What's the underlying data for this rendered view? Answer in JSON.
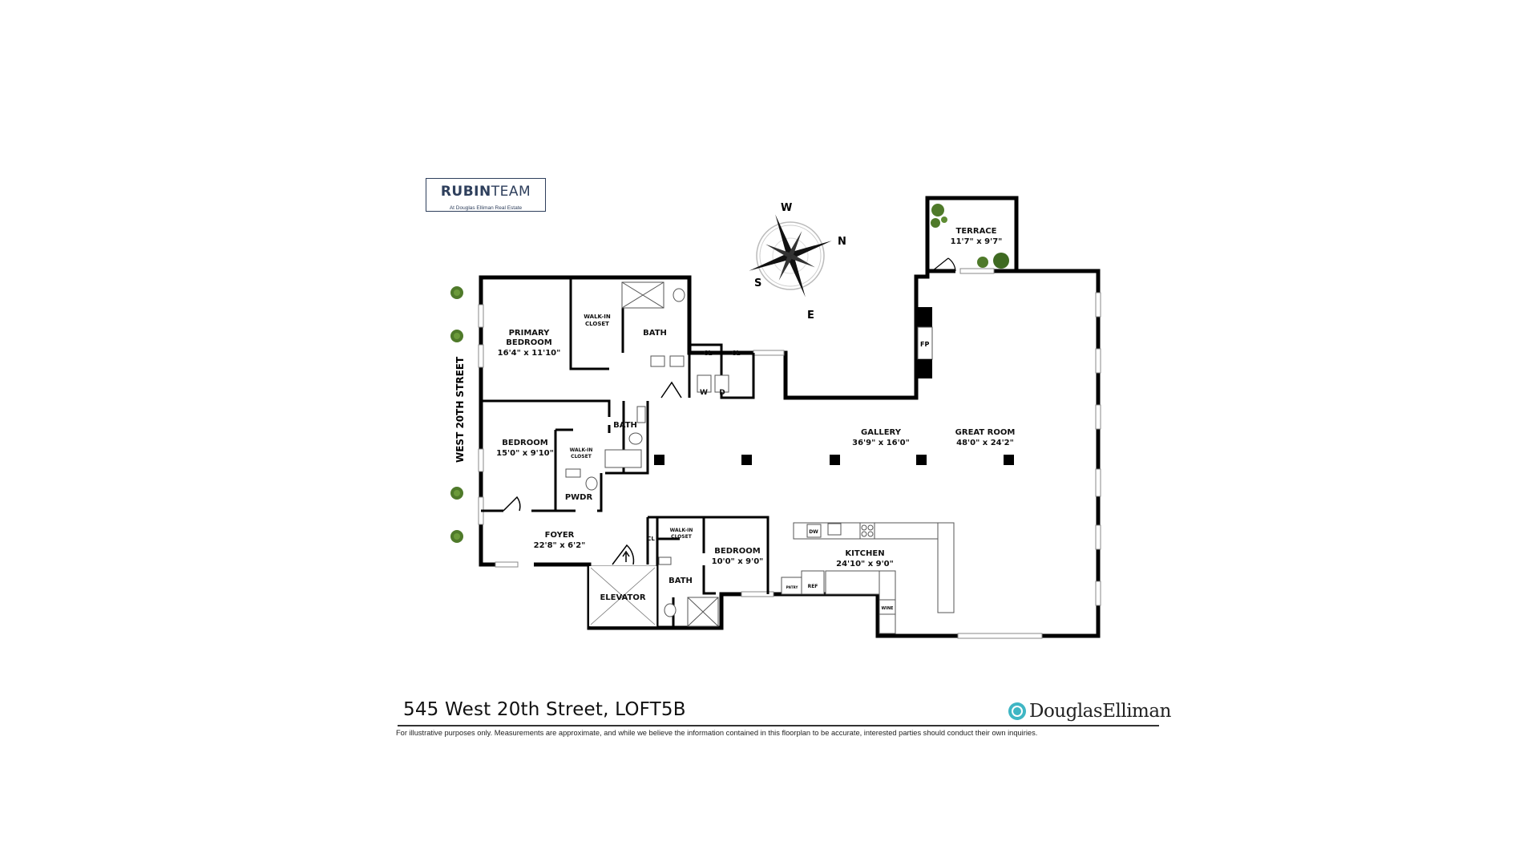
{
  "branding": {
    "team_logo_bold": "RUBIN",
    "team_logo_light": "TEAM",
    "team_logo_sub": "At Douglas Elliman Real Estate",
    "brokerage_logo": "DouglasElliman",
    "brokerage_color": "#3fb6c4",
    "team_color": "#2e3f5c"
  },
  "listing": {
    "address": "545 West 20th Street, LOFT5B",
    "disclaimer": "For illustrative purposes only.  Measurements are approximate, and while we believe the information contained in this floorplan to be accurate, interested parties should conduct their own inquiries."
  },
  "compass": {
    "W": "W",
    "N": "N",
    "S": "S",
    "E": "E"
  },
  "street_label": "WEST 20TH STREET",
  "rooms": {
    "primary_bedroom": {
      "name_line1": "PRIMARY",
      "name_line2": "BEDROOM",
      "size": "16'4\" x 11'10\""
    },
    "primary_walkin": {
      "line1": "WALK-IN",
      "line2": "CLOSET"
    },
    "primary_bath": {
      "name": "BATH"
    },
    "bedroom2": {
      "name": "BEDROOM",
      "size": "15'0\" x 9'10\""
    },
    "bedroom2_walkin": {
      "line1": "WALK-IN",
      "line2": "CLOSET"
    },
    "bedroom2_bath": {
      "name": "BATH"
    },
    "powder": {
      "name": "PWDR"
    },
    "foyer": {
      "name": "FOYER",
      "size": "22'8\" x 6'2\""
    },
    "elevator": {
      "name": "ELEVATOR"
    },
    "closet_foyer": {
      "name": "CL"
    },
    "bedroom3": {
      "name": "BEDROOM",
      "size": "10'0\" x 9'0\""
    },
    "bedroom3_walkin": {
      "line1": "WALK-IN",
      "line2": "CLOSET"
    },
    "bedroom3_bath": {
      "name": "BATH"
    },
    "laundry": {
      "closet1": "CL",
      "closet2": "CL",
      "washer": "W",
      "dryer": "D"
    },
    "gallery": {
      "name": "GALLERY",
      "size": "36'9\" x 16'0\""
    },
    "great_room": {
      "name": "GREAT ROOM",
      "size": "48'0\" x 24'2\""
    },
    "fireplace": {
      "name": "FP"
    },
    "kitchen": {
      "name": "KITCHEN",
      "size": "24'10\" x 9'0\"",
      "dw": "DW",
      "ref": "REF",
      "pantry": "PNTRY",
      "wine": "WINE"
    },
    "terrace": {
      "name": "TERRACE",
      "size": "11'7\" x 9'7\""
    }
  },
  "colors": {
    "wall": "#000000",
    "window": "#9a9a9a",
    "plant": "#4f7a2a"
  }
}
